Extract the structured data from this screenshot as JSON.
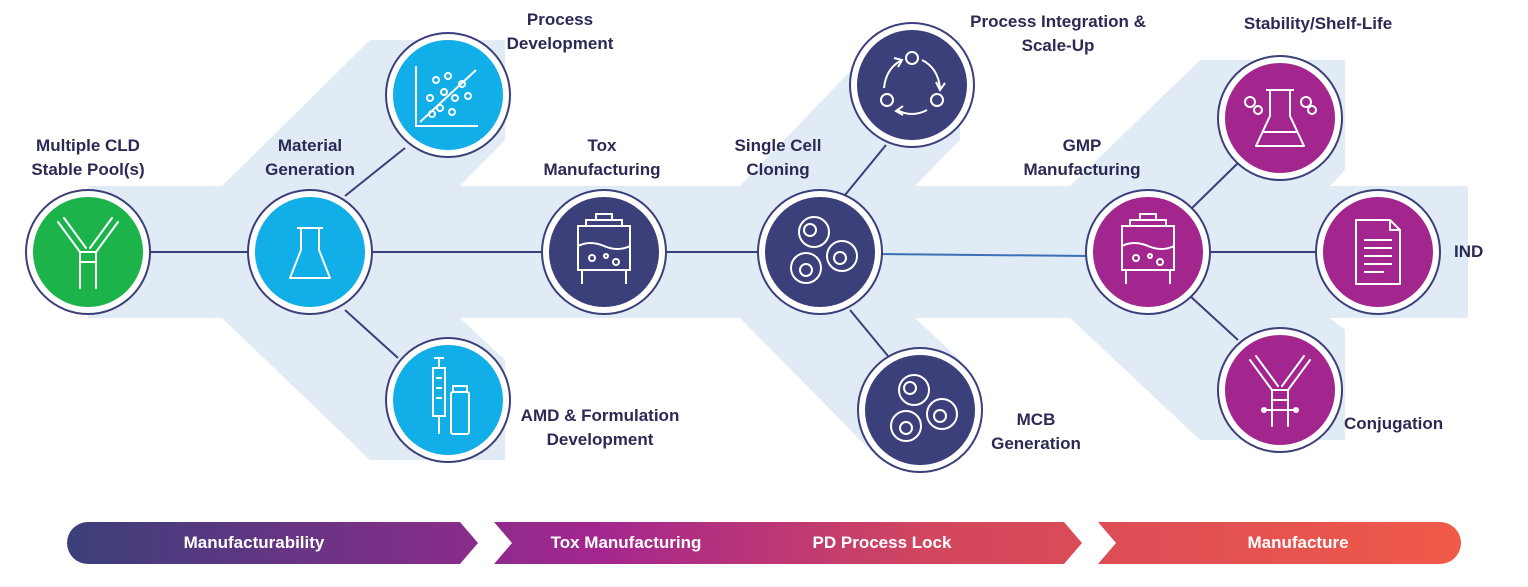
{
  "colors": {
    "band": "#e1ebf6",
    "line": "#3b3f7a",
    "ring": "#3b3f7a",
    "green": "#1bb34a",
    "blue": "#12aee8",
    "navy": "#3b3f7a",
    "magenta": "#a3268f",
    "text": "#2a2a55"
  },
  "nodes": {
    "cld": {
      "label_1": "Multiple CLD",
      "label_2": "Stable Pool(s)",
      "icon": "antibody-icon",
      "color": "green"
    },
    "material": {
      "label_1": "Material",
      "label_2": "Generation",
      "icon": "flask-icon",
      "color": "blue"
    },
    "process_dev": {
      "label_1": "Process",
      "label_2": "Development",
      "icon": "scatter-plot-icon",
      "color": "blue"
    },
    "amd": {
      "label_1": "AMD & Formulation",
      "label_2": "Development",
      "icon": "syringe-vial-icon",
      "color": "blue"
    },
    "tox": {
      "label_1": "Tox",
      "label_2": "Manufacturing",
      "icon": "bioreactor-icon",
      "color": "navy"
    },
    "single_cell": {
      "label_1": "Single Cell",
      "label_2": "Cloning",
      "icon": "cells-icon",
      "color": "navy"
    },
    "integration": {
      "label_1": "Process Integration &",
      "label_2": "Scale-Up",
      "icon": "cycle-icon",
      "color": "navy"
    },
    "mcb": {
      "label_1": "MCB",
      "label_2": "Generation",
      "icon": "cells-icon",
      "color": "navy"
    },
    "gmp": {
      "label_1": "GMP",
      "label_2": "Manufacturing",
      "icon": "bioreactor-icon",
      "color": "magenta"
    },
    "stability": {
      "label_1": "Stability/Shelf-Life",
      "icon": "flask-molecule-icon",
      "color": "magenta"
    },
    "ind": {
      "label_1": "IND",
      "icon": "document-icon",
      "color": "magenta"
    },
    "conjugation": {
      "label_1": "Conjugation",
      "icon": "conjugated-antibody-icon",
      "color": "magenta"
    }
  },
  "banners": {
    "manufacturability": "Manufacturability",
    "tox_manufacturing": "Tox Manufacturing",
    "pd_process_lock": "PD Process Lock",
    "manufacture": "Manufacture",
    "gradient": [
      "#3b3f7a",
      "#a3268f",
      "#e0525a",
      "#f05a48"
    ]
  }
}
